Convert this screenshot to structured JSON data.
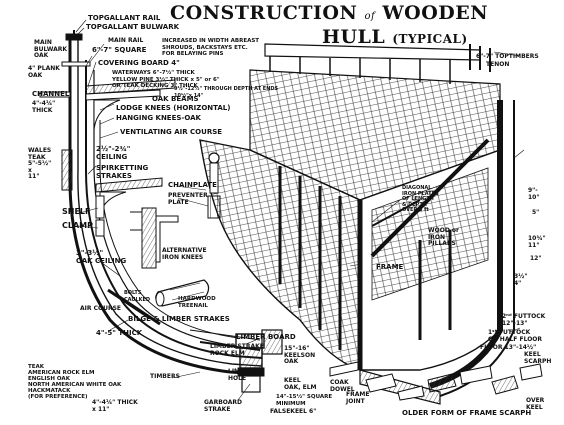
{
  "title": {
    "line1_a": "CONSTRUCTION",
    "line1_of": "of",
    "line1_b": "WOODEN",
    "line2_a": "HULL",
    "line2_b": "(TYPICAL)"
  },
  "labels": {
    "topgallant_rail": "TOPGALLANT RAIL",
    "topgallant_bulwark": "TOPGALLANT BULWARK",
    "main_rail": "MAIN RAIL",
    "main_bulwark": "MAIN\nBULWARK\nOAK",
    "square_6_7": "6\"-7\" SQUARE",
    "shrouds_note": "INCREASED IN WIDTH ABREAST\nSHROUDS, BACKSTAYS ETC.\nFOR BELAYING PINS",
    "covering_board": "COVERING BOARD 4\"",
    "plank_4": "4\" PLANK\nOAK",
    "waterways": "WATERWAYS 6\"-7½\" THICK\nYELLOW PINE 3½\" THICK x 5\" or 6\"\nOR TEAK DECKING 3\" THICK",
    "deck_beam_dims": "9½\"-12½\" THROUGH DEPTH AT ENDS\n10½\"x 14\"",
    "oak_beams": "OAK BEAMS",
    "channel": "CHANNEL",
    "channel_thick": "4\"-4¼\"\nTHICK",
    "lodge_knees": "LODGE KNEES (HORIZONTAL)",
    "hanging_knees": "HANGING KNEES-OAK",
    "ventilating": "VENTILATING AIR COURSE",
    "ceiling": "2½\"-2¾\"\nCEILING",
    "wales": "WALES\nTEAK\n5\"-5½\"\nx\n11\"",
    "spirketting": "SPIRKETTING\nSTRAKES",
    "shelf": "SHELF",
    "clamp": "CLAMP",
    "oak_ceiling": "3\"-3½\"\nOAK CEILING",
    "chainplate": "CHAINPLATE",
    "preventer": "PREVENTER\nPLATE",
    "alt_knees": "ALTERNATIVE\nIRON KNEES",
    "bolts": "BOLTS\nCAULKED",
    "treenail": "HARDWOOD\nTREENAIL",
    "air_course": "AIR COURSE",
    "bilge": "BILGE & LIMBER STRAKES",
    "thick_4_5": "4\"-5\" THICK",
    "limber_board": "LIMBER BOARD",
    "limber_strake": "LIMBER STRAKE\nROCK ELM",
    "keelson": "15\"-16\"\nKEELSON\nOAK",
    "timbers": "TIMBERS",
    "limber_hole": "LIMBER\nHOLE",
    "teak_note": "TEAK\nAMERICAN ROCK ELM\nENGLISH OAK\nNORTH AMERICAN WHITE OAK\nHACKMATACK\n(FOR PREFERENCE)",
    "keel": "KEEL\nOAK, ELM",
    "keel_dims": "14\"-15½\" SQUARE\nMINIMUM",
    "false_keel": "FALSEKEEL 6\"",
    "garboard": "GARBOARD\nSTRAKE",
    "thick_bottom": "4\"-4¼\" THICK\nx 11\"",
    "coak": "COAK\nDOWEL",
    "frame_joint": "FRAME\nJOINT",
    "older_form": "OLDER FORM OF FRAME SCARPH",
    "diagonal": "DIAGONAL\nIRON PLATES\nOF LENGTH\n& DEPTH\nOVER 3 ft",
    "wood_iron": "WOOD or\nIRON\nPILLARS",
    "frame": "FRAME",
    "toptimbers": "6\"-7\" TOPTIMBERS",
    "tenon": "TENON",
    "d9": "9\"-\n10\"",
    "d5": "5\"",
    "d10": "10¾\"\n11\"",
    "d12": "12\"",
    "d3": "3½\"\n4\"",
    "dfuttock2": "2ⁿᵈ FUTTOCK\n12\"-13\"",
    "dfuttock1": "1ˢᵗ FUTTOCK\nOR HALF FLOOR",
    "floor": "FLOOR 13\"-14½\"",
    "keel_scarph": "KEEL\nSCARPH",
    "over": "OVER\nKEEL"
  }
}
